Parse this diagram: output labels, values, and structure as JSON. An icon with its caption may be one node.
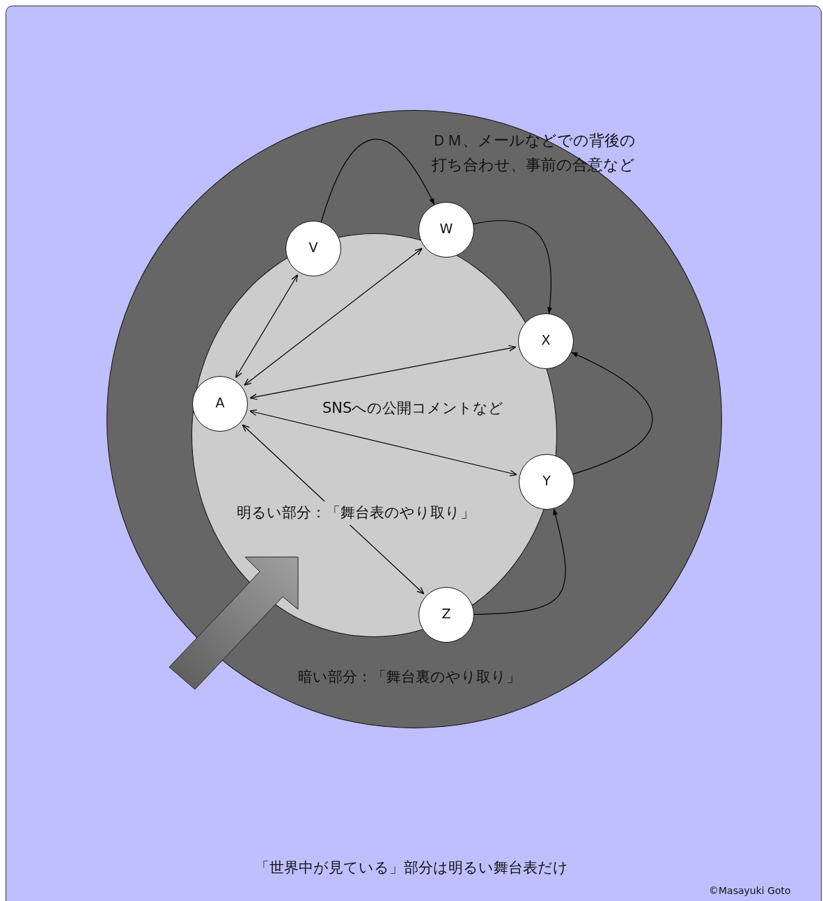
{
  "diagram": {
    "caption": "「世界中が見ている」部分は明るい舞台表だけ",
    "nodes": [
      {
        "text": [
          "A"
        ]
      },
      {
        "text": [
          "V"
        ]
      },
      {
        "text": [
          "W"
        ]
      },
      {
        "text": [
          "X"
        ]
      },
      {
        "text": [
          "Y"
        ]
      },
      {
        "text": [
          "Z"
        ]
      }
    ],
    "edges": [
      {
        "from": 0,
        "to": 1,
        "arrow": "both"
      },
      {
        "from": 0,
        "to": 2,
        "arrow": "both"
      },
      {
        "from": 0,
        "to": 3,
        "arrow": "both"
      },
      {
        "from": 0,
        "to": 4,
        "arrow": "both"
      },
      {
        "from": 0,
        "to": 5,
        "arrow": "both"
      },
      {
        "from": 1,
        "to": 2,
        "arrow": "to"
      },
      {
        "from": 2,
        "to": 3,
        "arrow": "to"
      },
      {
        "from": 4,
        "to": 3,
        "arrow": "to"
      },
      {
        "from": 5,
        "to": 4,
        "arrow": "to"
      }
    ],
    "labels": [
      "ＤＭ、メールなどでの背後の打ち合わせ、事前の合意など",
      "SNSへの公開コメントなど",
      "明るい部分：「舞台表のやり取り」",
      "暗い部分：「舞台裏のやり取り」",
      "©Masayuki Goto"
    ]
  }
}
